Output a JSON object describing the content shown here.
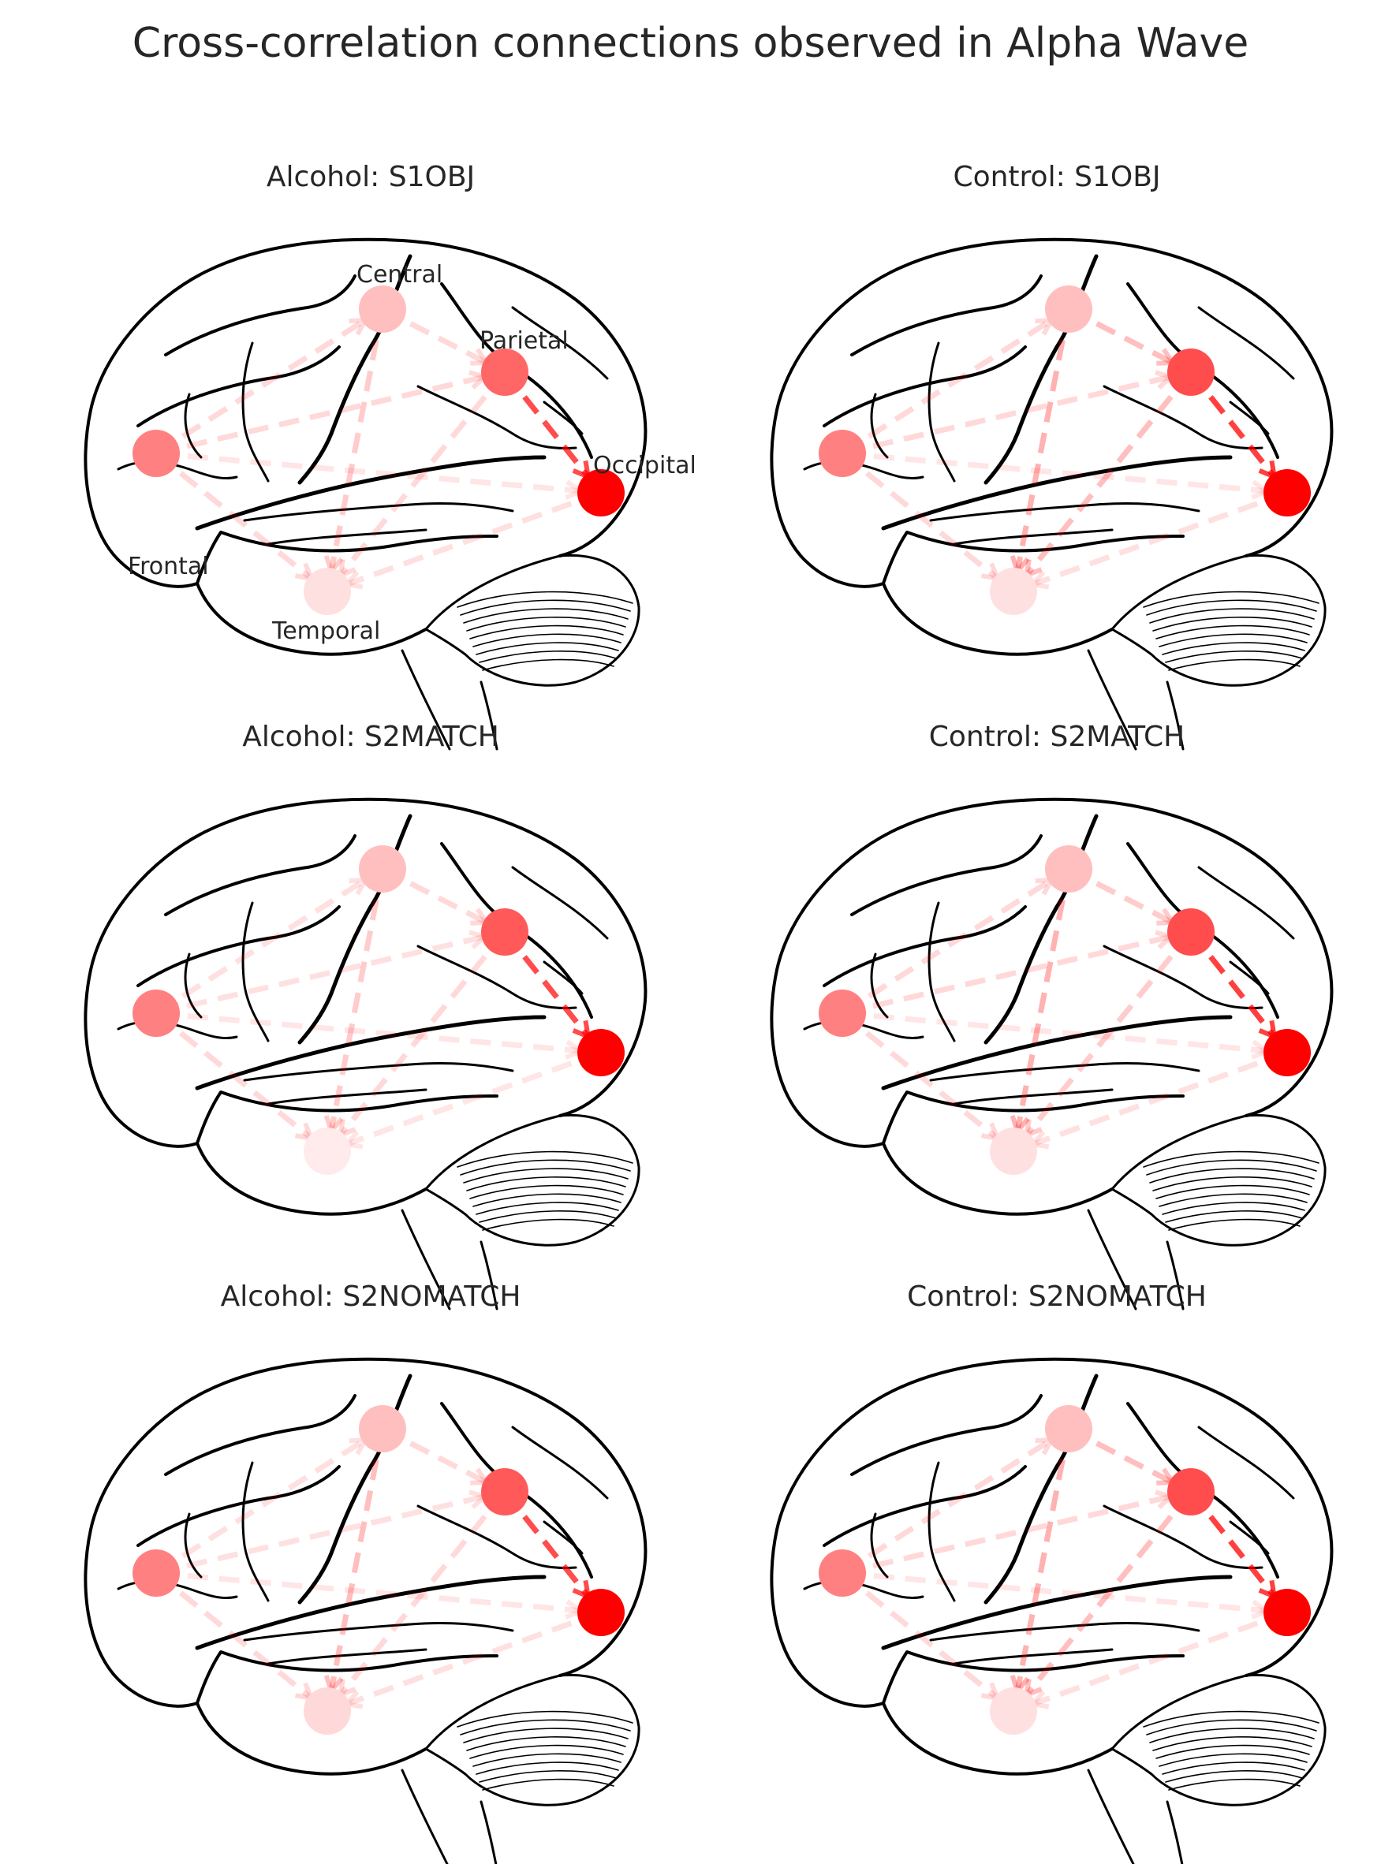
{
  "figure_title": "Cross-correlation connections observed in Alpha Wave",
  "regions": [
    "Frontal",
    "Central",
    "Parietal",
    "Occipital",
    "Temporal"
  ],
  "connection_color": "#ff0000",
  "panels": [
    {
      "title": "Alcohol: S1OBJ",
      "show_labels": true,
      "node_strength": {
        "Frontal": 0.5,
        "Central": 0.25,
        "Parietal": 0.6,
        "Occipital": 1.0,
        "Temporal": 0.12
      },
      "edges": [
        {
          "from": "Parietal",
          "to": "Occipital",
          "strength": 0.7
        },
        {
          "from": "Frontal",
          "to": "Central",
          "strength": 0.15
        },
        {
          "from": "Frontal",
          "to": "Parietal",
          "strength": 0.15
        },
        {
          "from": "Frontal",
          "to": "Occipital",
          "strength": 0.1
        },
        {
          "from": "Frontal",
          "to": "Temporal",
          "strength": 0.15
        },
        {
          "from": "Central",
          "to": "Parietal",
          "strength": 0.15
        },
        {
          "from": "Central",
          "to": "Temporal",
          "strength": 0.2
        },
        {
          "from": "Parietal",
          "to": "Temporal",
          "strength": 0.15
        },
        {
          "from": "Occipital",
          "to": "Temporal",
          "strength": 0.12
        }
      ]
    },
    {
      "title": "Control: S1OBJ",
      "show_labels": false,
      "node_strength": {
        "Frontal": 0.5,
        "Central": 0.25,
        "Parietal": 0.7,
        "Occipital": 1.0,
        "Temporal": 0.12
      },
      "edges": [
        {
          "from": "Parietal",
          "to": "Occipital",
          "strength": 0.75
        },
        {
          "from": "Frontal",
          "to": "Central",
          "strength": 0.15
        },
        {
          "from": "Frontal",
          "to": "Parietal",
          "strength": 0.15
        },
        {
          "from": "Frontal",
          "to": "Occipital",
          "strength": 0.1
        },
        {
          "from": "Frontal",
          "to": "Temporal",
          "strength": 0.15
        },
        {
          "from": "Central",
          "to": "Parietal",
          "strength": 0.25
        },
        {
          "from": "Central",
          "to": "Temporal",
          "strength": 0.3
        },
        {
          "from": "Parietal",
          "to": "Temporal",
          "strength": 0.25
        },
        {
          "from": "Occipital",
          "to": "Temporal",
          "strength": 0.12
        }
      ]
    },
    {
      "title": "Alcohol: S2MATCH",
      "show_labels": false,
      "node_strength": {
        "Frontal": 0.5,
        "Central": 0.25,
        "Parietal": 0.65,
        "Occipital": 1.0,
        "Temporal": 0.08
      },
      "edges": [
        {
          "from": "Parietal",
          "to": "Occipital",
          "strength": 0.7
        },
        {
          "from": "Frontal",
          "to": "Central",
          "strength": 0.12
        },
        {
          "from": "Frontal",
          "to": "Parietal",
          "strength": 0.12
        },
        {
          "from": "Frontal",
          "to": "Occipital",
          "strength": 0.1
        },
        {
          "from": "Frontal",
          "to": "Temporal",
          "strength": 0.15
        },
        {
          "from": "Central",
          "to": "Parietal",
          "strength": 0.15
        },
        {
          "from": "Central",
          "to": "Temporal",
          "strength": 0.2
        },
        {
          "from": "Parietal",
          "to": "Temporal",
          "strength": 0.15
        },
        {
          "from": "Occipital",
          "to": "Temporal",
          "strength": 0.1
        }
      ]
    },
    {
      "title": "Control: S2MATCH",
      "show_labels": false,
      "node_strength": {
        "Frontal": 0.5,
        "Central": 0.25,
        "Parietal": 0.7,
        "Occipital": 1.0,
        "Temporal": 0.12
      },
      "edges": [
        {
          "from": "Parietal",
          "to": "Occipital",
          "strength": 0.75
        },
        {
          "from": "Frontal",
          "to": "Central",
          "strength": 0.15
        },
        {
          "from": "Frontal",
          "to": "Parietal",
          "strength": 0.15
        },
        {
          "from": "Frontal",
          "to": "Occipital",
          "strength": 0.1
        },
        {
          "from": "Frontal",
          "to": "Temporal",
          "strength": 0.15
        },
        {
          "from": "Central",
          "to": "Parietal",
          "strength": 0.2
        },
        {
          "from": "Central",
          "to": "Temporal",
          "strength": 0.3
        },
        {
          "from": "Parietal",
          "to": "Temporal",
          "strength": 0.2
        },
        {
          "from": "Occipital",
          "to": "Temporal",
          "strength": 0.12
        }
      ]
    },
    {
      "title": "Alcohol: S2NOMATCH",
      "show_labels": false,
      "node_strength": {
        "Frontal": 0.5,
        "Central": 0.25,
        "Parietal": 0.65,
        "Occipital": 1.0,
        "Temporal": 0.15
      },
      "edges": [
        {
          "from": "Parietal",
          "to": "Occipital",
          "strength": 0.7
        },
        {
          "from": "Frontal",
          "to": "Central",
          "strength": 0.12
        },
        {
          "from": "Frontal",
          "to": "Parietal",
          "strength": 0.12
        },
        {
          "from": "Frontal",
          "to": "Occipital",
          "strength": 0.1
        },
        {
          "from": "Frontal",
          "to": "Temporal",
          "strength": 0.15
        },
        {
          "from": "Central",
          "to": "Parietal",
          "strength": 0.15
        },
        {
          "from": "Central",
          "to": "Temporal",
          "strength": 0.25
        },
        {
          "from": "Parietal",
          "to": "Temporal",
          "strength": 0.15
        },
        {
          "from": "Occipital",
          "to": "Temporal",
          "strength": 0.12
        }
      ]
    },
    {
      "title": "Control: S2NOMATCH",
      "show_labels": false,
      "node_strength": {
        "Frontal": 0.5,
        "Central": 0.25,
        "Parietal": 0.7,
        "Occipital": 1.0,
        "Temporal": 0.12
      },
      "edges": [
        {
          "from": "Parietal",
          "to": "Occipital",
          "strength": 0.75
        },
        {
          "from": "Frontal",
          "to": "Central",
          "strength": 0.15
        },
        {
          "from": "Frontal",
          "to": "Parietal",
          "strength": 0.15
        },
        {
          "from": "Frontal",
          "to": "Occipital",
          "strength": 0.1
        },
        {
          "from": "Frontal",
          "to": "Temporal",
          "strength": 0.15
        },
        {
          "from": "Central",
          "to": "Parietal",
          "strength": 0.25
        },
        {
          "from": "Central",
          "to": "Temporal",
          "strength": 0.3
        },
        {
          "from": "Parietal",
          "to": "Temporal",
          "strength": 0.25
        },
        {
          "from": "Occipital",
          "to": "Temporal",
          "strength": 0.12
        }
      ]
    }
  ]
}
